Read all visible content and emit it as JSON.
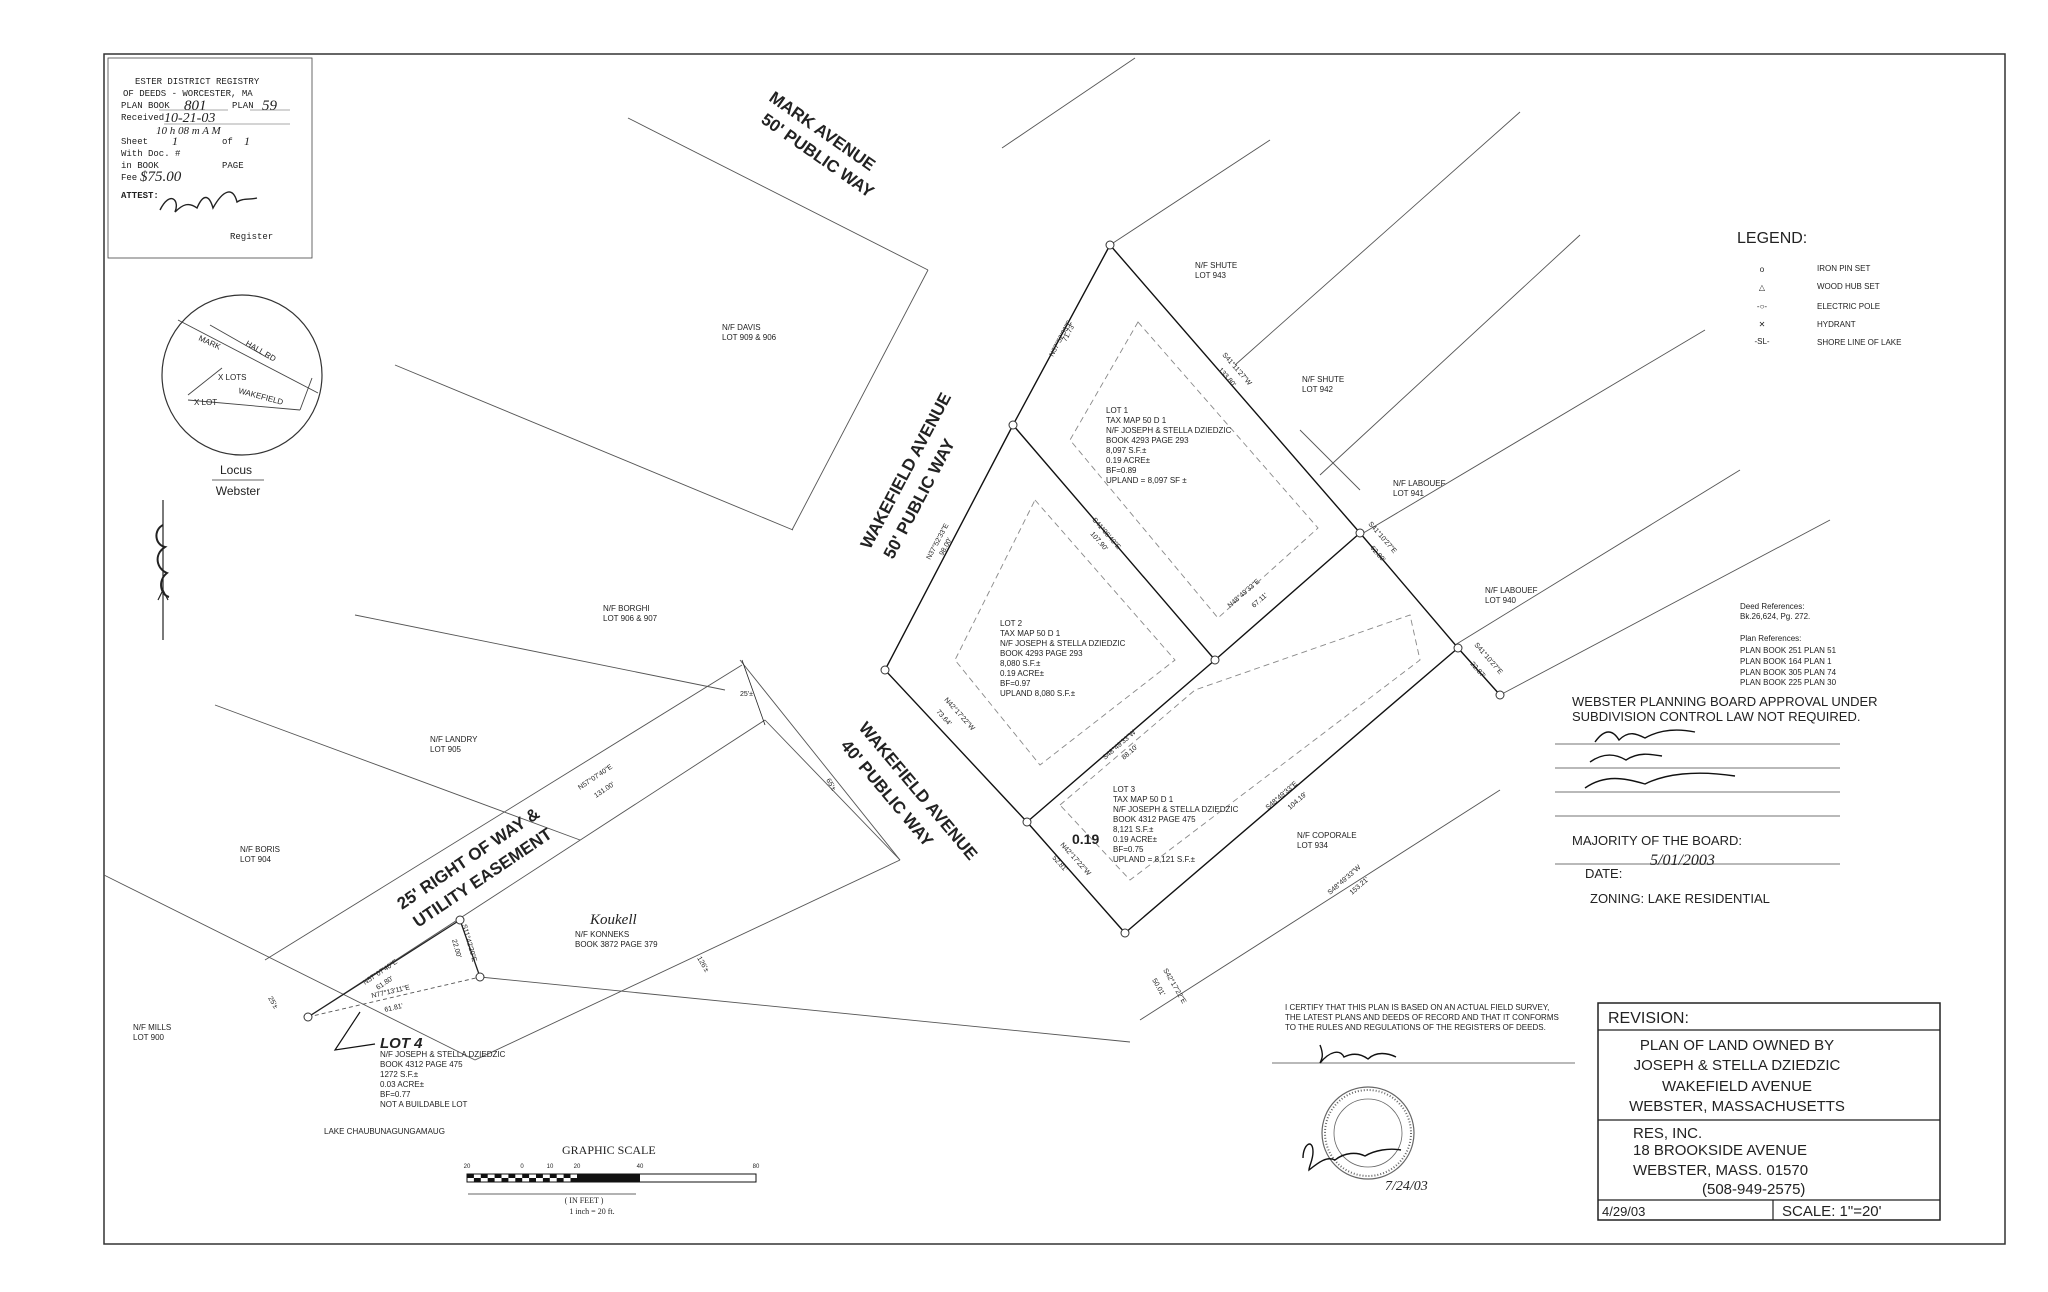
{
  "registry": {
    "line1": "ESTER DISTRICT REGISTRY",
    "line2": "OF DEEDS - WORCESTER, MA",
    "plan_book_label": "PLAN BOOK",
    "plan_book_value": "801",
    "plan_label": "PLAN",
    "plan_value": "59",
    "received_label": "Received",
    "received_value": "10-21-03",
    "time_value": "10 h 08 m A M",
    "sheet_label": "Sheet",
    "sheet_value": "1",
    "of_label": "of",
    "of_value": "1",
    "with_doc_label": "With Doc. #",
    "in_book_label": "in BOOK",
    "page_label": "PAGE",
    "fee_label": "Fee",
    "fee_value": "$75.00",
    "attest_label": "ATTEST:",
    "register_label": "Register"
  },
  "locus": {
    "labels": [
      "MARK",
      "HALL RD",
      "X LOTS",
      "WAKEFIELD",
      "X LOT"
    ],
    "title": "Locus",
    "town": "Webster"
  },
  "streets": {
    "mark_avenue": "MARK AVENUE",
    "mark_way": "50' PUBLIC WAY",
    "wakefield_50": "WAKEFIELD AVENUE",
    "wakefield_50_way": "50' PUBLIC WAY",
    "wakefield_40": "WAKEFIELD AVENUE",
    "wakefield_40_way": "40' PUBLIC WAY",
    "row_1": "25' RIGHT OF WAY &",
    "row_2": "UTILITY EASEMENT",
    "lake": "LAKE CHAUBUNAGUNGAMAUG"
  },
  "abutters": [
    {
      "name": "N/F DAVIS",
      "lot": "LOT 909 & 906"
    },
    {
      "name": "N/F SHUTE",
      "lot": "LOT 943"
    },
    {
      "name": "N/F SHUTE",
      "lot": "LOT 942"
    },
    {
      "name": "N/F LABOUEF",
      "lot": "LOT 941"
    },
    {
      "name": "N/F LABOUEF",
      "lot": "LOT 940"
    },
    {
      "name": "N/F BORGHI",
      "lot": "LOT 906 & 907"
    },
    {
      "name": "N/F LANDRY",
      "lot": "LOT 905"
    },
    {
      "name": "N/F BORIS",
      "lot": "LOT 904"
    },
    {
      "name": "N/F MILLS",
      "lot": "LOT 900"
    },
    {
      "name": "N/F COPORALE",
      "lot": "LOT 934"
    }
  ],
  "koukell": {
    "handwritten": "Koukell",
    "name": "N/F KONNEKS",
    "book": "BOOK 3872 PAGE 379"
  },
  "lots": [
    {
      "lines": [
        "LOT 1",
        "TAX MAP 50 D 1",
        "N/F JOSEPH & STELLA DZIEDZIC",
        "BOOK 4293 PAGE 293",
        "8,097 S.F.±",
        "0.19 ACRE±",
        "BF=0.89",
        "UPLAND = 8,097 SF ±"
      ]
    },
    {
      "lines": [
        "LOT 2",
        "TAX MAP 50 D 1",
        "N/F JOSEPH & STELLA DZIEDZIC",
        "BOOK 4293 PAGE 293",
        "8,080 S.F.±",
        "0.19 ACRE±",
        "BF=0.97",
        "UPLAND 8,080 S.F.±"
      ]
    },
    {
      "lines": [
        "LOT 3",
        "TAX MAP 50 D 1",
        "N/F JOSEPH & STELLA DZIEDZIC",
        "BOOK 4312 PAGE 475",
        "8,121 S.F.±",
        "0.19 ACRE±",
        "BF=0.75",
        "UPLAND = 8,121 S.F.±"
      ]
    },
    {
      "lines": [
        "N/F JOSEPH & STELLA DZIEDZIC",
        "BOOK 4312 PAGE 475",
        "1272 S.F.±",
        "0.03 ACRE±",
        "BF=0.77",
        "NOT A BUILDABLE LOT"
      ]
    }
  ],
  "lot3_note": "0.19",
  "lot4_handwritten": "LOT 4",
  "bearings": [
    "N37°52'33\"E",
    "71.73'",
    "S41°11'27\"W",
    "133.80'",
    "N37°52'33\"E",
    "98.00'",
    "S41°06'40\"E",
    "107.90'",
    "N48°49'33\"E",
    "67.11'",
    "S41°10'27\"E",
    "62.80'",
    "S41°10'27\"E",
    "22.87'",
    "S48°49'33\"W",
    "88.10'",
    "N42°17'22\"W",
    "73.64'",
    "N42°17'22\"W",
    "52.81'",
    "S48°49'33\"E",
    "104.19'",
    "S48°49'33\"W",
    "153.21'",
    "S42°17'22\"E",
    "50.01'",
    "N57°07'40\"E",
    "131.00'",
    "N57°07'40\"E",
    "61.80'",
    "N77°13'11\"E",
    "61.81'",
    "S11°42'20\"E",
    "22.00'",
    "25'±",
    "25'±",
    "65'±",
    "126'±"
  ],
  "legend": {
    "title": "LEGEND:",
    "items": [
      {
        "symbol": "o",
        "label": "IRON PIN SET"
      },
      {
        "symbol": "△",
        "label": "WOOD HUB SET"
      },
      {
        "symbol": "-○-",
        "label": "ELECTRIC POLE"
      },
      {
        "symbol": "✕",
        "label": "HYDRANT"
      },
      {
        "symbol": "-SL-",
        "label": "SHORE LINE OF LAKE"
      }
    ]
  },
  "references": {
    "deed_title": "Deed References:",
    "deed_line": "Bk.26,624, Pg. 272.",
    "plan_title": "Plan References:",
    "plans": [
      "PLAN BOOK 251 PLAN 51",
      "PLAN BOOK 164 PLAN 1",
      "PLAN BOOK 305 PLAN 74",
      "PLAN BOOK 225 PLAN 30"
    ]
  },
  "planning_board": {
    "line1": "WEBSTER PLANNING BOARD APPROVAL UNDER",
    "line2": "SUBDIVISION CONTROL LAW NOT REQUIRED.",
    "majority": "MAJORITY OF THE BOARD:",
    "date_label": "DATE:",
    "date_value": "5/01/2003",
    "zoning": "ZONING:  LAKE RESIDENTIAL"
  },
  "certify": {
    "line1": "I CERTIFY THAT THIS PLAN IS BASED ON AN ACTUAL FIELD SURVEY,",
    "line2": "THE LATEST PLANS AND DEEDS OF RECORD AND THAT IT CONFORMS",
    "line3": "TO THE RULES AND REGULATIONS OF THE REGISTERS OF DEEDS."
  },
  "signature_date": "7/24/03",
  "graphic_scale": {
    "title": "GRAPHIC SCALE",
    "ticks": [
      "20",
      "0",
      "10",
      "20",
      "40",
      "80"
    ],
    "unit": "( IN FEET )",
    "ratio": "1 inch = 20 ft."
  },
  "title_block": {
    "revision": "REVISION:",
    "title_lines": [
      "PLAN OF LAND OWNED BY",
      "JOSEPH & STELLA DZIEDZIC",
      "WAKEFIELD AVENUE",
      "WEBSTER, MASSACHUSETTS"
    ],
    "firm_lines": [
      "RES, INC.",
      "18 BROOKSIDE AVENUE",
      "WEBSTER, MASS. 01570",
      "(508-949-2575)"
    ],
    "date": "4/29/03",
    "scale": "SCALE: 1\"=20'"
  }
}
